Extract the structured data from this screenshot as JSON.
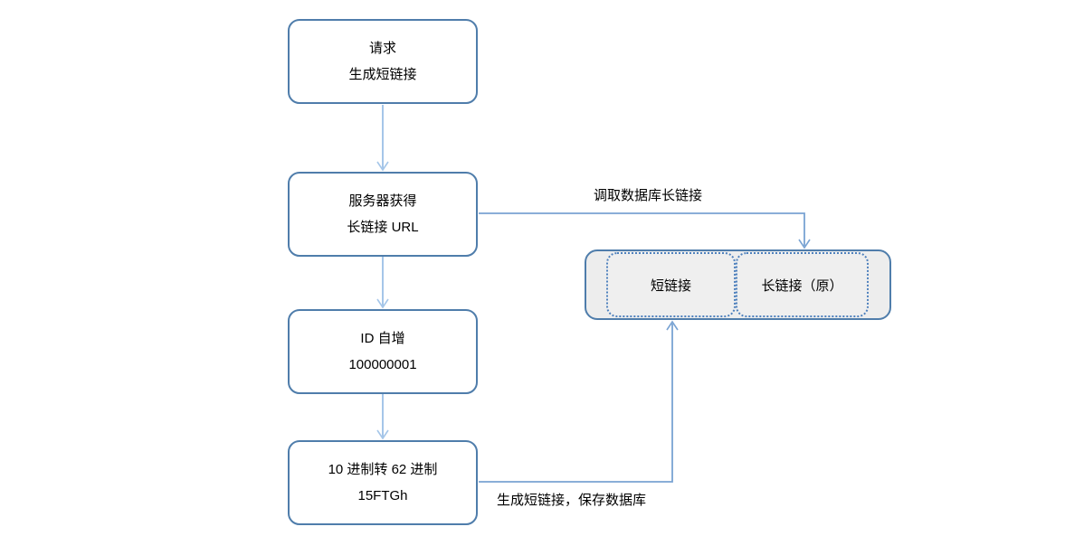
{
  "diagram": {
    "type": "flowchart",
    "nodes": [
      {
        "id": "request",
        "lines": [
          "请求",
          "生成短链接"
        ]
      },
      {
        "id": "server",
        "lines": [
          "服务器获得",
          "长链接 URL"
        ]
      },
      {
        "id": "id-increment",
        "lines": [
          "ID 自增",
          "100000001"
        ]
      },
      {
        "id": "base62",
        "lines": [
          "10 进制转 62 进制",
          "15FTGh"
        ]
      }
    ],
    "database": {
      "cells": [
        {
          "id": "short-link",
          "label": "短链接"
        },
        {
          "id": "long-link",
          "label": "长链接（原）"
        }
      ]
    },
    "edges": {
      "fetch_label": "调取数据库长链接",
      "save_label": "生成短链接，保存数据库"
    },
    "colors": {
      "box_border": "#4f7dab",
      "box_fill": "#ffffff",
      "db_fill": "#ededed",
      "dashed_border": "#4f81bd",
      "connector_light": "#a5c6e9",
      "connector_medium": "#79a3d3",
      "text": "#000000",
      "background": "#ffffff"
    }
  }
}
